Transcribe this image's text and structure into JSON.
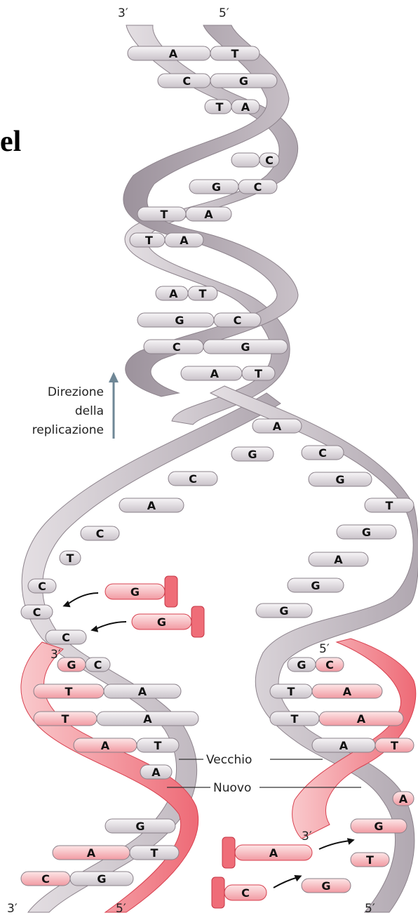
{
  "page_fragment_text": "el",
  "end_labels": {
    "top_left": "3′",
    "top_right": "5′",
    "bottom_1": "3′",
    "bottom_2": "5′",
    "bottom_3": "5′",
    "mid_left_3p": "3′",
    "mid_right_5p": "5′",
    "lower_right_3p": "3′"
  },
  "direction_label": [
    "Direzione",
    "della",
    "replicazione"
  ],
  "strand_labels": {
    "old": "Vecchio",
    "new": "Nuovo"
  },
  "top_helix_pairs": [
    [
      "A",
      "T"
    ],
    [
      "C",
      "G"
    ],
    [
      "T",
      "A"
    ],
    [
      "",
      "C"
    ],
    [
      "G",
      "C"
    ],
    [
      "T",
      "A"
    ],
    [
      "T",
      "A"
    ],
    [
      "A",
      "T"
    ],
    [
      "G",
      "C"
    ],
    [
      "C",
      "G"
    ],
    [
      "A",
      "T"
    ]
  ],
  "fork_left_bases": [
    "G",
    "C",
    "A",
    "C",
    "T",
    "C",
    "C",
    "C"
  ],
  "fork_right_bases": [
    "A",
    "C",
    "G",
    "T",
    "G",
    "A",
    "G",
    "G"
  ],
  "incoming_nucleotides": [
    "G",
    "G",
    "A",
    "C"
  ],
  "left_daughter_pairs": [
    [
      "G",
      "C"
    ],
    [
      "T",
      "A"
    ],
    [
      "T",
      "A"
    ],
    [
      "A",
      "T"
    ],
    [
      "",
      "A"
    ],
    [
      "",
      "G"
    ],
    [
      "A",
      "T"
    ],
    [
      "C",
      "G"
    ]
  ],
  "right_daughter_pairs": [
    [
      "G",
      "C"
    ],
    [
      "T",
      "A"
    ],
    [
      "T",
      "A"
    ],
    [
      "A",
      "T"
    ],
    [
      "",
      "A"
    ],
    [
      "",
      "G"
    ],
    [
      "",
      "T"
    ],
    [
      "",
      "G"
    ]
  ],
  "colors": {
    "old_strand": "#b9b0b8",
    "old_strand_dark": "#8f8590",
    "new_strand": "#ef6d78",
    "new_strand_light": "#f7b9bd",
    "arrow": "#6f8796"
  }
}
